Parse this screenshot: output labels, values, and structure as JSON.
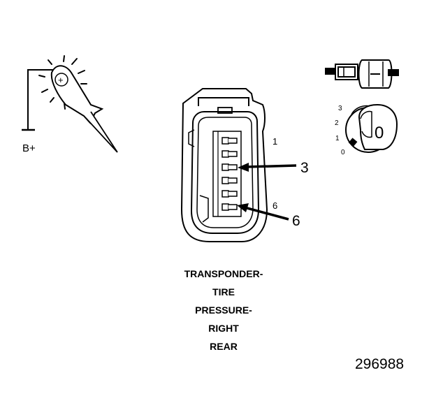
{
  "test_lamp": {
    "icon": "test-lamp-icon",
    "ground_symbol": "+",
    "supply_label": "B+"
  },
  "connector": {
    "icon": "connector-face-icon",
    "cavity_count": 6,
    "pin_first": "1",
    "pin_last": "6",
    "callouts": [
      "3",
      "6"
    ]
  },
  "ignition": {
    "icon": "ignition-key-icon",
    "harness_icon": "harness-connector-icon",
    "positions": [
      "3",
      "2",
      "1",
      "0"
    ],
    "current_position": "0"
  },
  "caption_lines": [
    "TRANSPONDER-",
    "TIRE",
    "PRESSURE-",
    "RIGHT",
    "REAR"
  ],
  "figure_number": "296988"
}
